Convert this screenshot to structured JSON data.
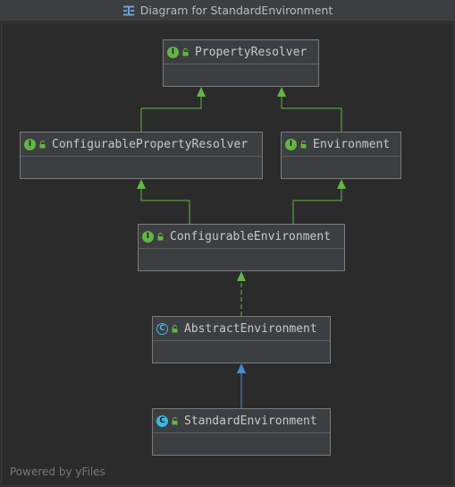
{
  "window": {
    "title": "Diagram for StandardEnvironment",
    "icon": "diagram-icon"
  },
  "diagram": {
    "nodes": [
      {
        "id": "property-resolver",
        "name": "PropertyResolver",
        "kind": "interface",
        "kind_letter": "I"
      },
      {
        "id": "configurable-property-resolver",
        "name": "ConfigurablePropertyResolver",
        "kind": "interface",
        "kind_letter": "I"
      },
      {
        "id": "environment",
        "name": "Environment",
        "kind": "interface",
        "kind_letter": "I"
      },
      {
        "id": "configurable-environment",
        "name": "ConfigurableEnvironment",
        "kind": "interface",
        "kind_letter": "I"
      },
      {
        "id": "abstract-environment",
        "name": "AbstractEnvironment",
        "kind": "abstract-class",
        "kind_letter": "C"
      },
      {
        "id": "standard-environment",
        "name": "StandardEnvironment",
        "kind": "class",
        "kind_letter": "C"
      }
    ],
    "edges": [
      {
        "from": "configurable-property-resolver",
        "to": "property-resolver",
        "type": "extends",
        "color": "#62b543"
      },
      {
        "from": "environment",
        "to": "property-resolver",
        "type": "extends",
        "color": "#62b543"
      },
      {
        "from": "configurable-environment",
        "to": "configurable-property-resolver",
        "type": "extends",
        "color": "#62b543"
      },
      {
        "from": "configurable-environment",
        "to": "environment",
        "type": "extends",
        "color": "#62b543"
      },
      {
        "from": "abstract-environment",
        "to": "configurable-environment",
        "type": "implements",
        "color": "#62b543"
      },
      {
        "from": "standard-environment",
        "to": "abstract-environment",
        "type": "extends",
        "color": "#4b8ad6"
      }
    ]
  },
  "colors": {
    "background": "#2b2b2b",
    "node_fill": "#3c3f41",
    "interface_badge": "#62b543",
    "class_badge": "#40b6e0",
    "interface_edge": "#62b543",
    "class_edge": "#4b8ad6"
  },
  "footer": {
    "text": "Powered by yFiles"
  }
}
